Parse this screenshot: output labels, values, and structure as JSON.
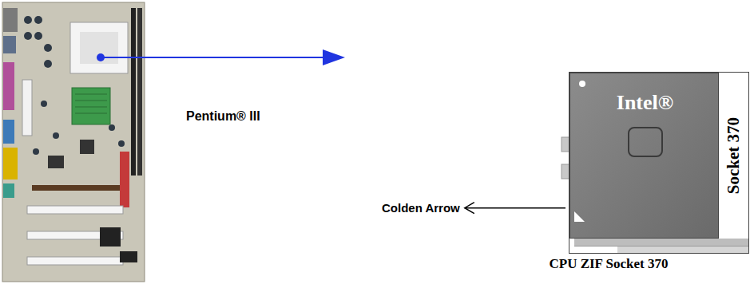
{
  "diagram": {
    "caption": "CPU ZIF Socket 370",
    "nodes": [
      {
        "text": [
          "Socket 370"
        ]
      },
      {
        "text": [
          "Intel®"
        ],
        "in": 0
      }
    ],
    "labels": [
      "Pentium® III",
      "Colden Arrow"
    ]
  }
}
